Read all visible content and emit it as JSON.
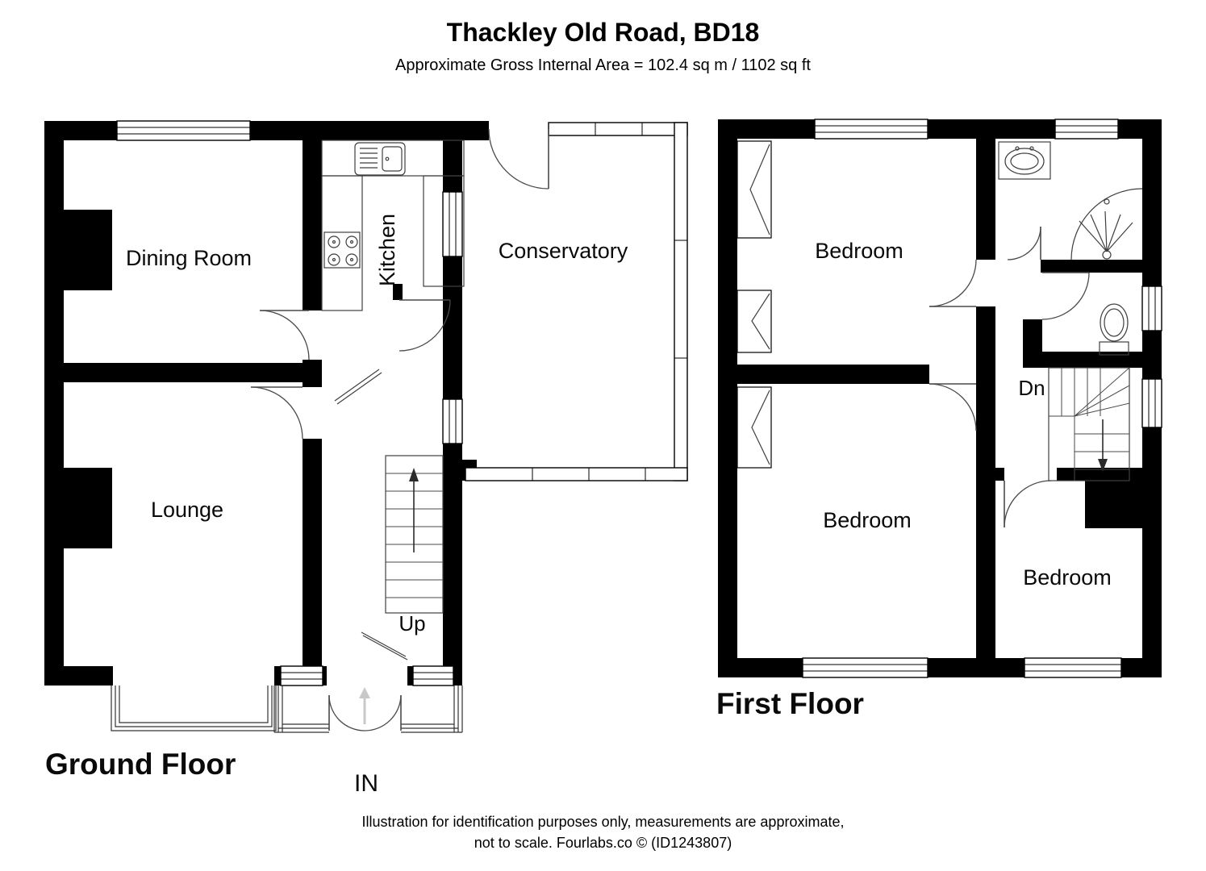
{
  "page": {
    "title": "Thackley Old Road, BD18",
    "subtitle": "Approximate Gross Internal Area = 102.4 sq m / 1102 sq ft",
    "footer_line1": "Illustration for identification purposes only, measurements are approximate,",
    "footer_line2": "not to scale. Fourlabs.co © (ID1243807)"
  },
  "ground_floor": {
    "label": "Ground Floor",
    "rooms": {
      "dining_room": "Dining Room",
      "kitchen": "Kitchen",
      "conservatory": "Conservatory",
      "lounge": "Lounge"
    },
    "stairs_label": "Up",
    "entrance_label": "IN"
  },
  "first_floor": {
    "label": "First Floor",
    "rooms": {
      "bedroom_front": "Bedroom",
      "bedroom_back": "Bedroom",
      "bedroom_side": "Bedroom"
    },
    "stairs_label": "Dn"
  },
  "colors": {
    "wall": "#000000",
    "background": "#ffffff",
    "detail_line": "#4a4a4a"
  }
}
